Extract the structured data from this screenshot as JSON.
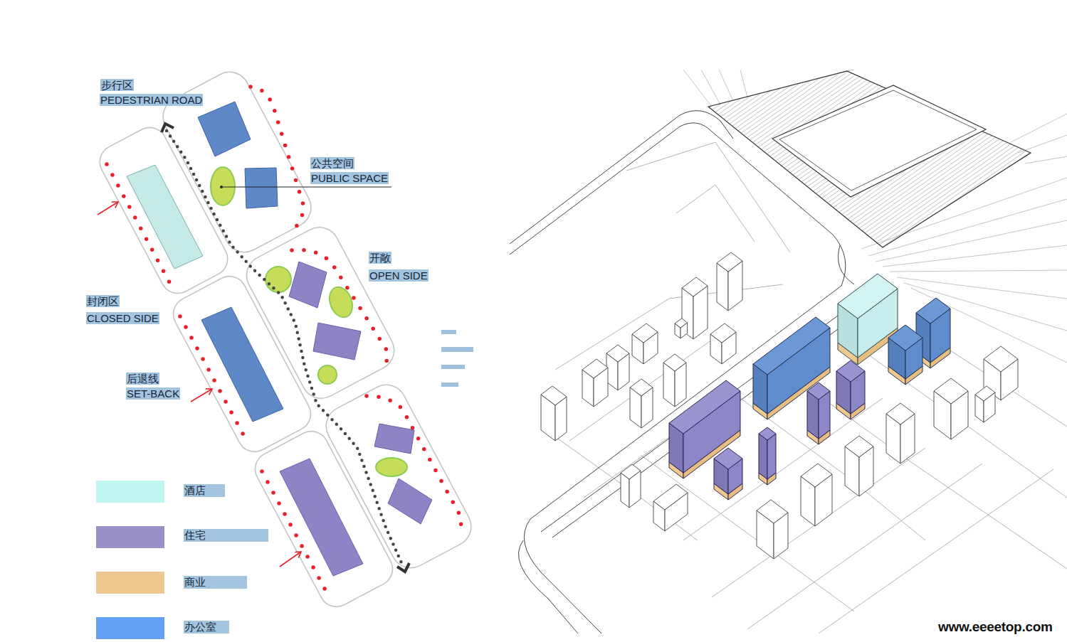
{
  "diagram": {
    "labels": [
      "步行区",
      "PEDESTRIAN ROAD",
      "公共空间",
      "PUBLIC SPACE",
      "开敞",
      "OPEN SIDE",
      "封闭区",
      "CLOSED SIDE",
      "后退线",
      "SET-BACK",
      "www.eeeetop.com"
    ],
    "legend": [
      {
        "text": "酒店",
        "color": "#bff6f2"
      },
      {
        "text": "住宅",
        "color": "#9a90c8"
      },
      {
        "text": "商业",
        "color": "#efc88f"
      },
      {
        "text": "办公室",
        "color": "#64a0f6"
      }
    ]
  }
}
